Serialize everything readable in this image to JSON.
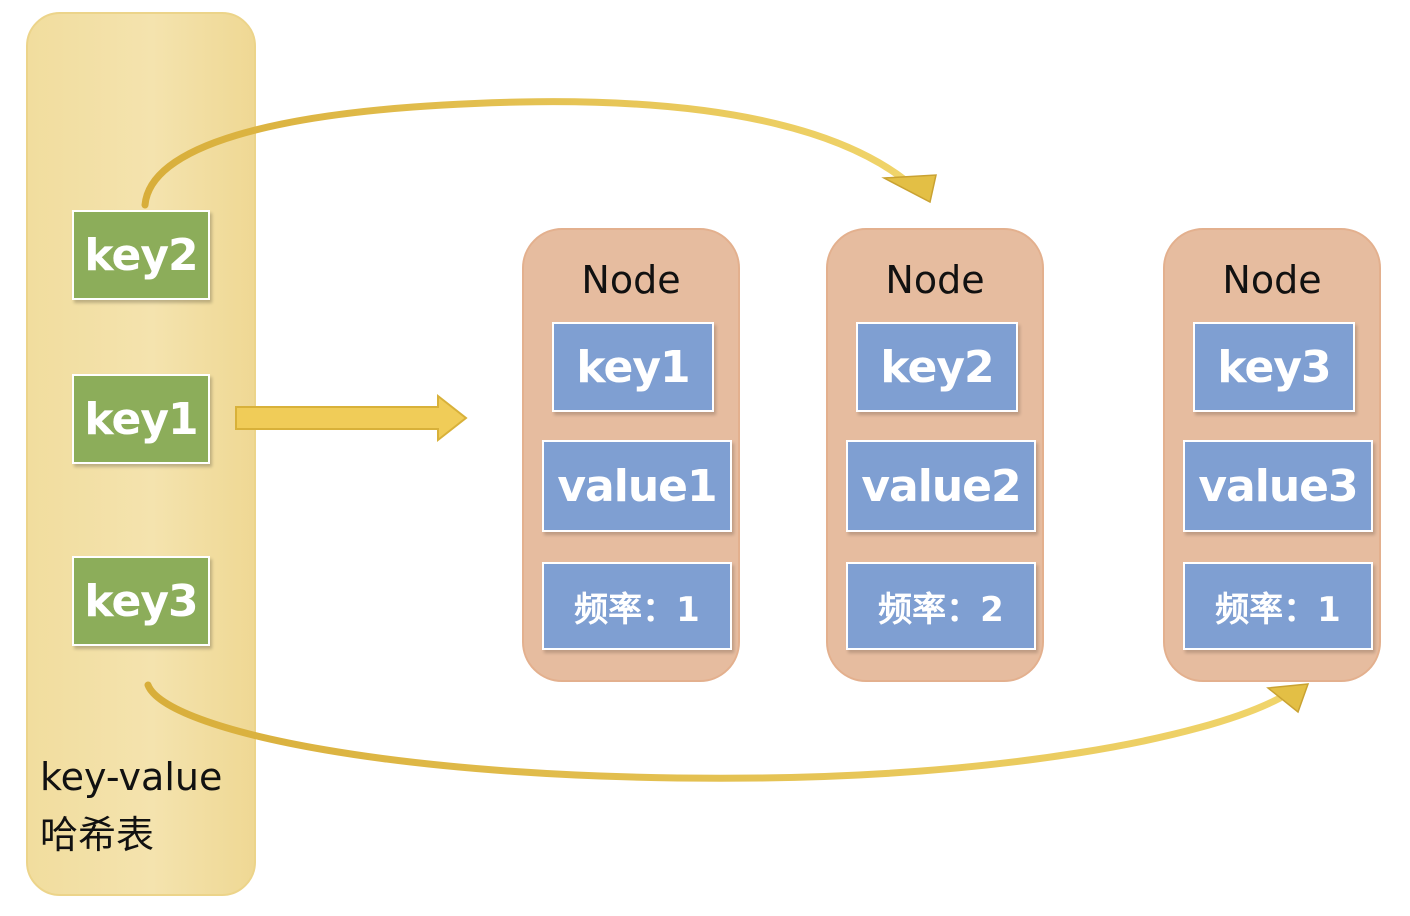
{
  "hash_table": {
    "keys": [
      "key2",
      "key1",
      "key3"
    ],
    "caption_line1": "key-value",
    "caption_line2": "哈希表"
  },
  "nodes": [
    {
      "title": "Node",
      "key": "key1",
      "value": "value1",
      "freq": "频率：1"
    },
    {
      "title": "Node",
      "key": "key2",
      "value": "value2",
      "freq": "频率：2"
    },
    {
      "title": "Node",
      "key": "key3",
      "value": "value3",
      "freq": "频率：1"
    }
  ],
  "colors": {
    "hash_table_fill": "#f3e0a6",
    "key_cell": "#8cad5a",
    "node_fill": "#e6bc9f",
    "field_fill": "#7f9fd2",
    "arrow": "#e6c24a"
  }
}
